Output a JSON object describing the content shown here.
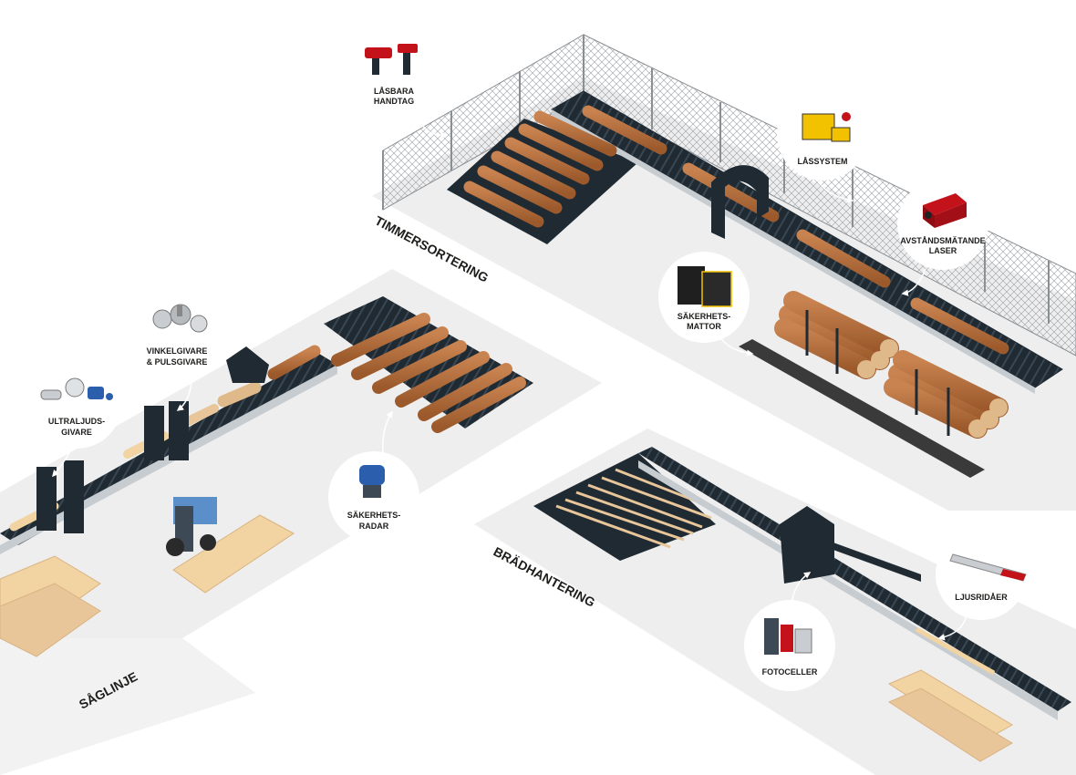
{
  "zones": {
    "timmersortering": "TIMMERSORTERING",
    "saglinje": "SÅGLINJE",
    "bradhantering": "BRÄDHANTERING"
  },
  "products": {
    "lasbara_handtag": [
      "LÅSBARA",
      "HANDTAG"
    ],
    "lassystem": [
      "LÅSSYSTEM"
    ],
    "avstandsmatande_laser": [
      "AVSTÅNDSMÄTANDE",
      "LASER"
    ],
    "sakerhetsmattor": [
      "SÄKERHETS-",
      "MATTOR"
    ],
    "vinkelgivare": [
      "VINKELGIVARE",
      "& PULSGIVARE"
    ],
    "ultraljudsgivare": [
      "ULTRALJUDS-",
      "GIVARE"
    ],
    "sakerhetsradar": [
      "SÄKERHETS-",
      "RADAR"
    ],
    "ljusridaer": [
      "LJUSRIDÅER"
    ],
    "fotoceller": [
      "FOTOCELLER"
    ]
  },
  "colors": {
    "floor": "#eeeeee",
    "conveyor": "#1f2a33",
    "log": "#b86f3c",
    "log_end": "#e0b98a",
    "plank": "#f2d3a2",
    "red_accent": "#c4121a",
    "forklift": "#5b8fc9"
  }
}
